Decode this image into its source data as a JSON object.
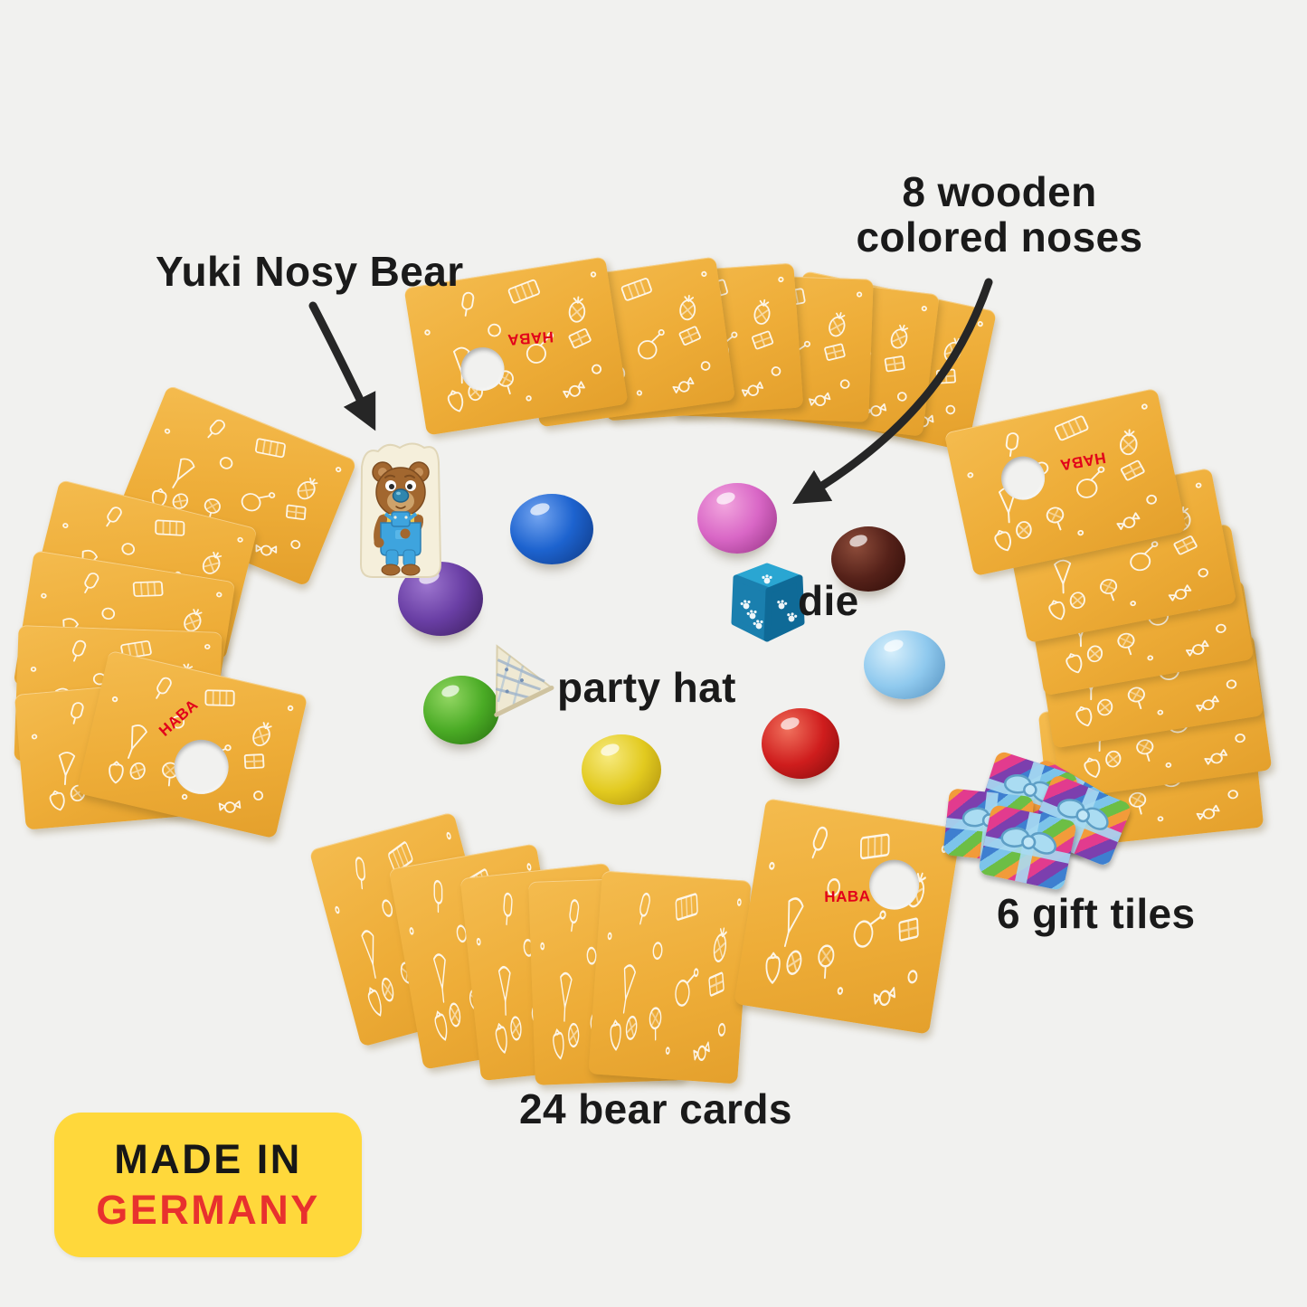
{
  "labels": {
    "yuki": "Yuki Nosy Bear",
    "noses_line1": "8 wooden",
    "noses_line2": "colored noses",
    "die": "die",
    "party_hat": "party hat",
    "bear_cards": "24 bear cards",
    "gift_tiles": "6 gift tiles"
  },
  "badge": {
    "line1": "MADE IN",
    "line2": "GERMANY"
  },
  "brand": "HABA",
  "counts": {
    "bear_cards": 24,
    "wooden_noses": 8,
    "gift_tiles": 6
  },
  "colors": {
    "background": "#f1f1ef",
    "card_yellow": "#eead38",
    "brand_red": "#e2001a",
    "badge_yellow": "#ffd83b",
    "badge_made_in": "#171717",
    "badge_germany": "#e8312e",
    "die_teal": "#1a7fae",
    "nose_blue": "#1d63cf",
    "nose_purple": "#6a3fa5",
    "nose_pink": "#d967c6",
    "nose_brown": "#552119",
    "nose_light_blue": "#8fc9ee",
    "nose_red": "#cf1d1d",
    "nose_green": "#4aab25",
    "nose_yellow": "#e2ca1f"
  }
}
